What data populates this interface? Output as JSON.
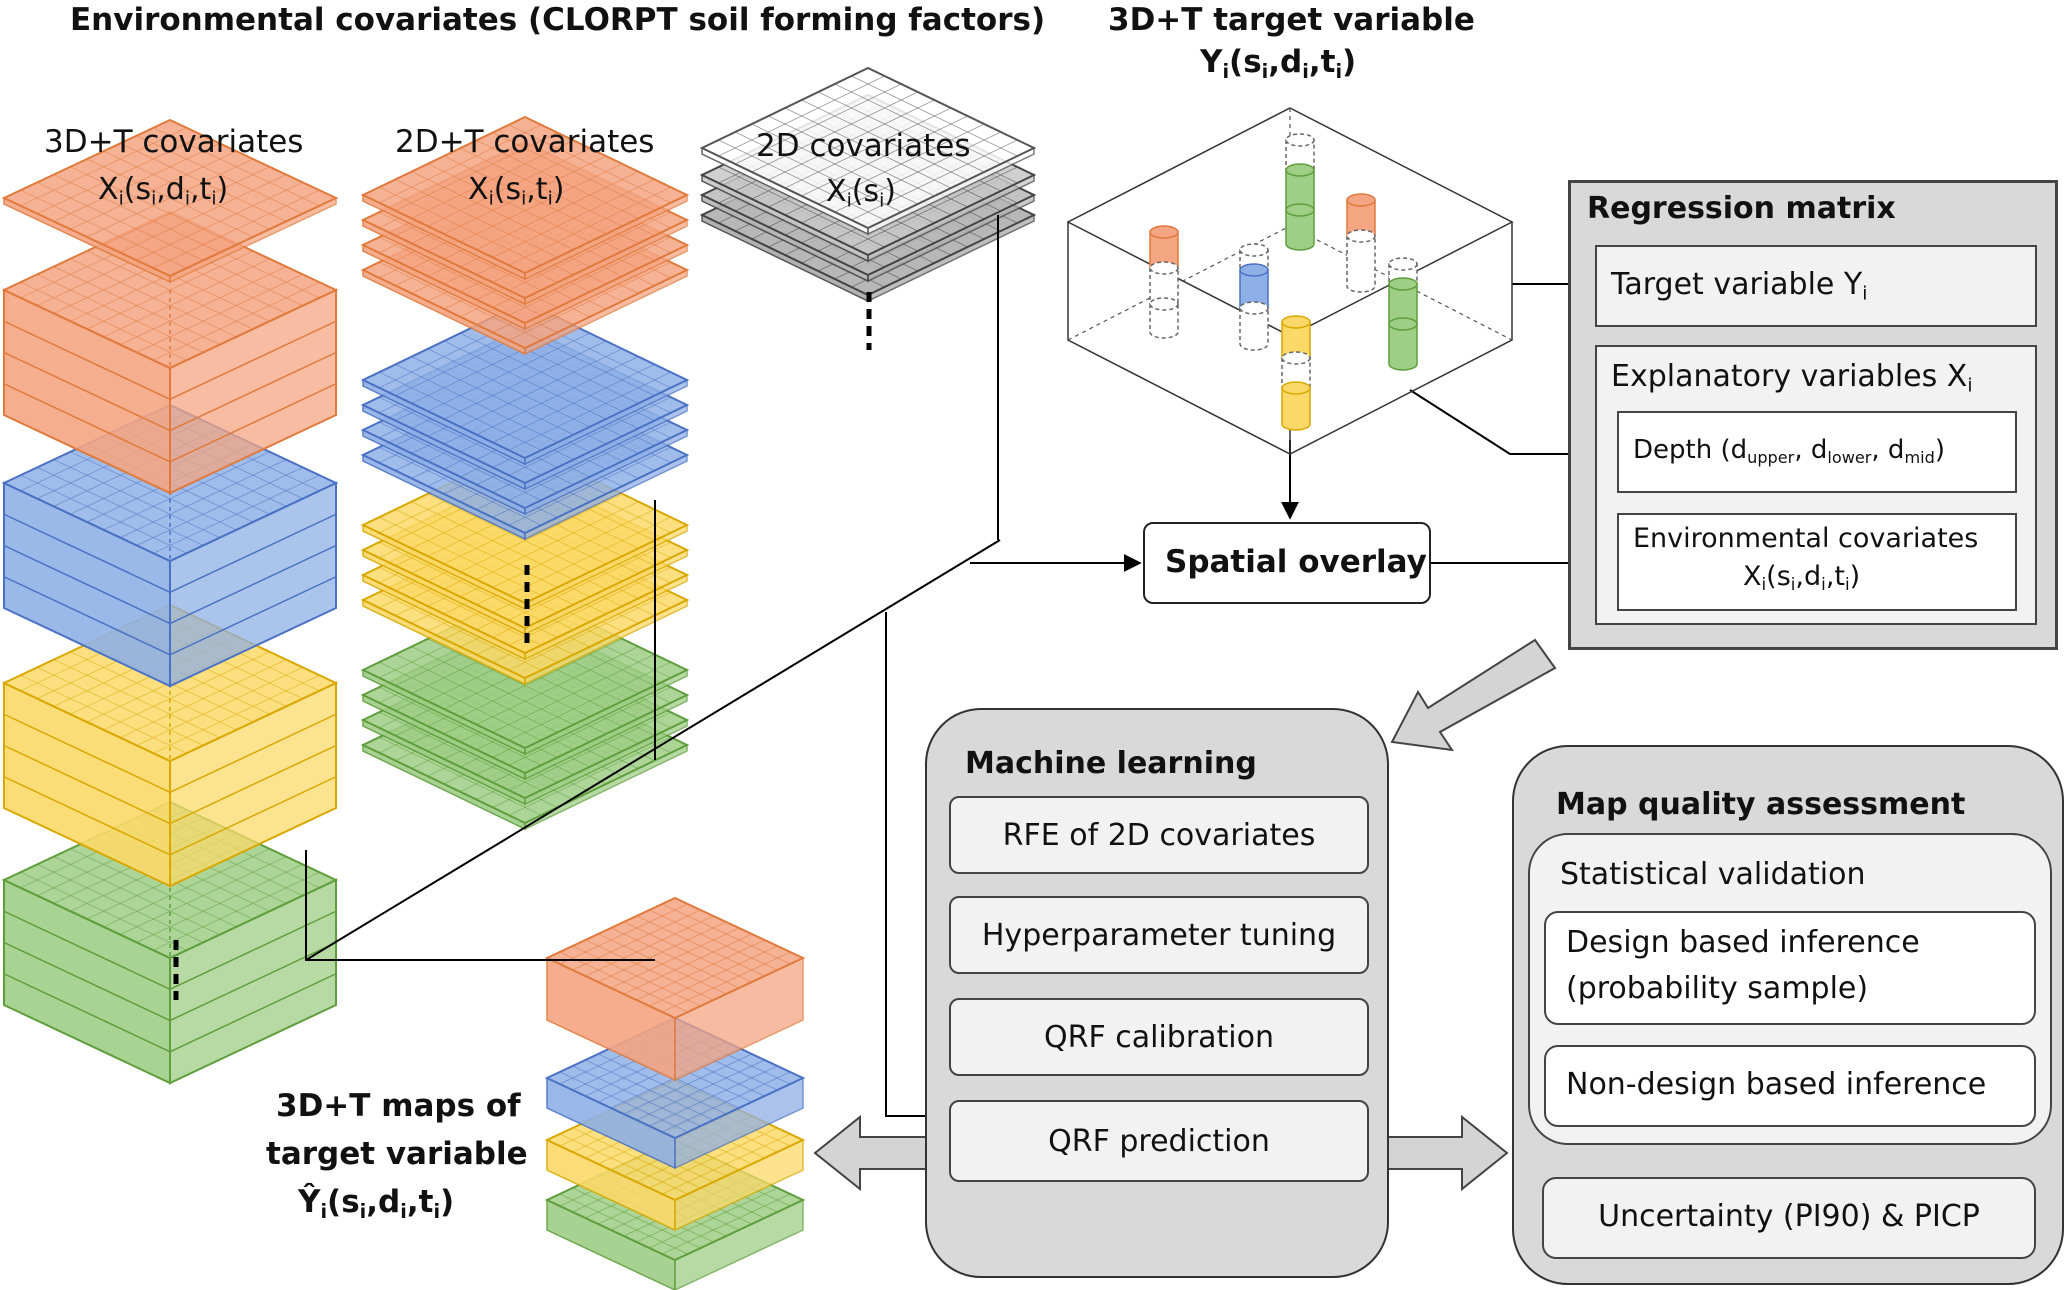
{
  "titles": {
    "env": "Environmental covariates (CLORPT soil forming factors)",
    "target_line1": "3D+T target variable",
    "target_line2": {
      "base": "Y",
      "sub1": "i",
      "open": "(s",
      "sub2": "i",
      "mid1": ",d",
      "sub3": "i",
      "mid2": ",t",
      "sub4": "i",
      "close": ")"
    }
  },
  "stacks": {
    "s3dt": {
      "line1": "3D+T covariates",
      "line2": {
        "base": "X",
        "sub1": "i",
        "open": "(s",
        "sub2": "i",
        "mid1": ",d",
        "sub3": "i",
        "mid2": ",t",
        "sub4": "i",
        "close": ")"
      }
    },
    "s2dt": {
      "line1": "2D+T covariates",
      "line2": {
        "base": "X",
        "sub1": "i",
        "open": "(s",
        "sub2": "i",
        "mid": ",t",
        "sub3": "i",
        "close": ")"
      }
    },
    "s2d": {
      "line1": "2D covariates",
      "line2": {
        "base": "X",
        "sub1": "i",
        "open": "(s",
        "sub2": "i",
        "close": ")"
      }
    }
  },
  "regression": {
    "title": "Regression matrix",
    "target": {
      "label": "Target variable Y",
      "sub": "i"
    },
    "explanatory": {
      "label": "Explanatory variables X",
      "sub": "i"
    },
    "depth": {
      "label": "Depth (d",
      "sub1": "upper",
      "sep1": ", d",
      "sub2": "lower",
      "sep2": ", d",
      "sub3": "mid",
      "close": ")"
    },
    "env_line1": "Environmental covariates",
    "env_line2": {
      "base": "X",
      "sub1": "i",
      "open": "(s",
      "sub2": "i",
      "mid1": ",d",
      "sub3": "i",
      "mid2": ",t",
      "sub4": "i",
      "close": ")"
    }
  },
  "spatial_overlay": "Spatial overlay",
  "ml": {
    "title": "Machine learning",
    "steps": [
      "RFE of 2D covariates",
      "Hyperparameter tuning",
      "QRF calibration",
      "QRF prediction"
    ]
  },
  "maq": {
    "title": "Map quality assessment",
    "stat_title": "Statistical validation",
    "design_line1": "Design based inference",
    "design_line2": "(probability sample)",
    "nondesign": "Non-design based inference",
    "uncertainty": "Uncertainty (PI90) & PICP"
  },
  "maps": {
    "line1": "3D+T maps of",
    "line2": "target variable",
    "line3": {
      "base": "Ŷ",
      "sub1": "i",
      "open": "(s",
      "sub2": "i",
      "mid1": ",d",
      "sub3": "i",
      "mid2": ",t",
      "sub4": "i",
      "close": ")"
    }
  },
  "colors": {
    "orange": "#f4a582",
    "blue": "#8fb0e6",
    "yellow": "#fbd969",
    "green": "#9fce86",
    "orange_edge": "#e07a3c",
    "blue_edge": "#4a72c4",
    "yellow_edge": "#d9a800",
    "green_edge": "#5f9e3c",
    "panel_grey": "#d9d9d9",
    "box_grey": "#f2f2f2"
  }
}
